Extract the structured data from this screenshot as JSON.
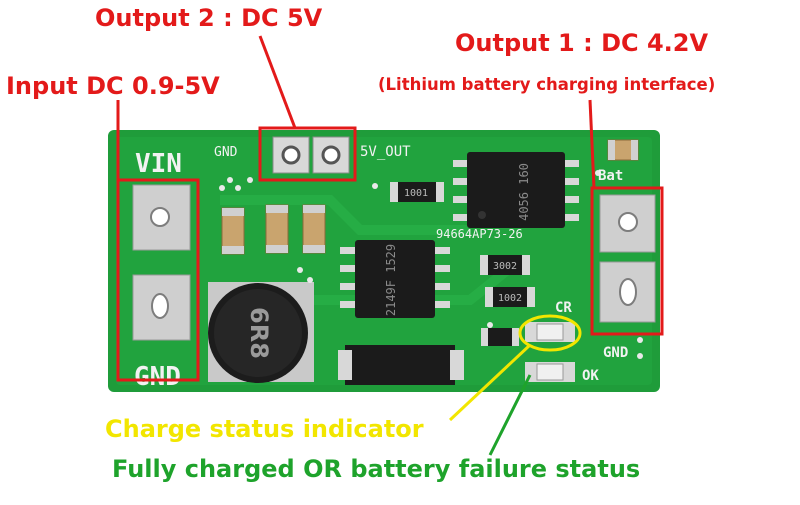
{
  "labels": {
    "output2": "Output 2 : DC 5V",
    "output1": "Output 1 : DC 4.2V",
    "output1_sub": "(Lithium battery charging interface)",
    "input": "Input DC 0.9-5V",
    "charge_status": "Charge status indicator",
    "full_status": "Fully charged OR battery failure status"
  },
  "silkscreen": {
    "vin": "VIN",
    "gnd_left": "GND",
    "gnd_top": "GND",
    "out_5v": "5V_OUT",
    "bat": "Bat",
    "gnd_right": "GND",
    "cr": "CR",
    "ok": "OK",
    "code": "94664AP73-26",
    "ic1_marking": "4056 160",
    "ic2_marking": "2149F 1529",
    "res_1001": "1001",
    "res_3002": "3002",
    "res_1002": "1002",
    "inductor_marking": "6R8"
  },
  "colors": {
    "red_label": "#e31a1a",
    "yellow_label": "#f2e600",
    "green_label": "#1ea32b",
    "board": "#1f9c3a",
    "pad": "#c9c9c9"
  }
}
